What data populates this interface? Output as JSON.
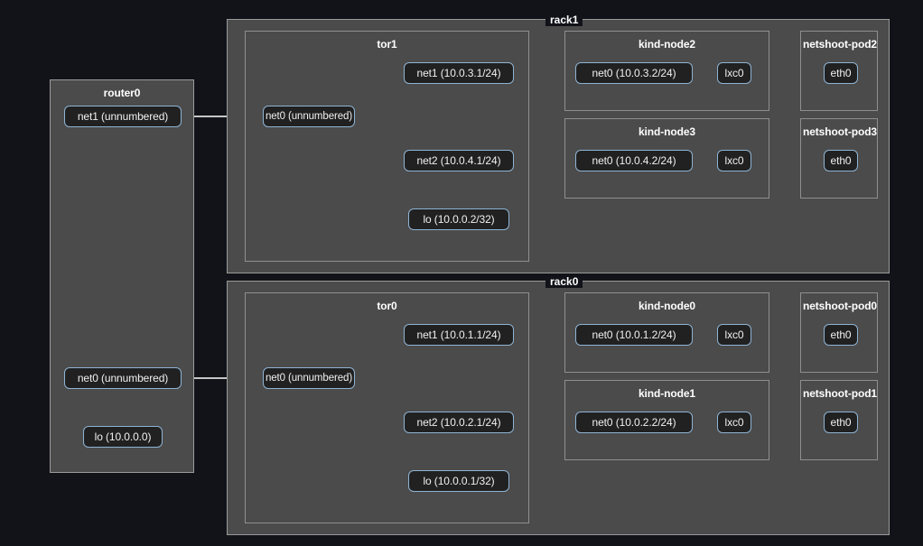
{
  "diagram": {
    "title": "network-topology",
    "background_color": "#111319",
    "group_fill": "#4b4b4b",
    "group_border": "#9a9a9a",
    "node_fill": "#212121",
    "node_border": "#8fb4d4",
    "node_text": "#f0f0f0",
    "link_solid_color": "#c6c6c6",
    "link_dotted_color": "#e8e8e8"
  },
  "groups": {
    "router0": {
      "label": "router0"
    },
    "rack1": {
      "label": "rack1"
    },
    "rack0": {
      "label": "rack0"
    },
    "tor1": {
      "label": "tor1"
    },
    "tor0": {
      "label": "tor0"
    },
    "kind_node2": {
      "label": "kind-node2"
    },
    "kind_node3": {
      "label": "kind-node3"
    },
    "kind_node0": {
      "label": "kind-node0"
    },
    "kind_node1": {
      "label": "kind-node1"
    },
    "netshoot_pod2": {
      "label": "netshoot-pod2"
    },
    "netshoot_pod3": {
      "label": "netshoot-pod3"
    },
    "netshoot_pod0": {
      "label": "netshoot-pod0"
    },
    "netshoot_pod1": {
      "label": "netshoot-pod1"
    }
  },
  "interfaces": {
    "router0_net1": "net1 (unnumbered)",
    "router0_net0": "net0 (unnumbered)",
    "router0_lo": "lo (10.0.0.0)",
    "tor1_net0": "net0 (unnumbered)",
    "tor1_net1": "net1 (10.0.3.1/24)",
    "tor1_net2": "net2 (10.0.4.1/24)",
    "tor1_lo": "lo (10.0.0.2/32)",
    "tor0_net0": "net0 (unnumbered)",
    "tor0_net1": "net1 (10.0.1.1/24)",
    "tor0_net2": "net2 (10.0.2.1/24)",
    "tor0_lo": "lo (10.0.0.1/32)",
    "kind_node2_net0": "net0 (10.0.3.2/24)",
    "kind_node2_lxc0": "lxc0",
    "kind_node3_net0": "net0 (10.0.4.2/24)",
    "kind_node3_lxc0": "lxc0",
    "kind_node0_net0": "net0 (10.0.1.2/24)",
    "kind_node0_lxc0": "lxc0",
    "kind_node1_net0": "net0 (10.0.2.2/24)",
    "kind_node1_lxc0": "lxc0",
    "netshoot_pod2_eth0": "eth0",
    "netshoot_pod3_eth0": "eth0",
    "netshoot_pod0_eth0": "eth0",
    "netshoot_pod1_eth0": "eth0"
  },
  "links": [
    {
      "from": "router0_net1",
      "to": "tor1_net0",
      "style": "solid"
    },
    {
      "from": "router0_net0",
      "to": "tor0_net0",
      "style": "solid"
    },
    {
      "from": "tor1_net0",
      "to": "tor1_net1",
      "style": "dotted"
    },
    {
      "from": "tor1_net0",
      "to": "tor1_net2",
      "style": "dotted"
    },
    {
      "from": "tor0_net0",
      "to": "tor0_net1",
      "style": "dotted"
    },
    {
      "from": "tor0_net0",
      "to": "tor0_net2",
      "style": "dotted"
    },
    {
      "from": "tor1_net1",
      "to": "kind_node2_net0",
      "style": "solid"
    },
    {
      "from": "tor1_net2",
      "to": "kind_node3_net0",
      "style": "solid"
    },
    {
      "from": "tor0_net1",
      "to": "kind_node0_net0",
      "style": "solid"
    },
    {
      "from": "tor0_net2",
      "to": "kind_node1_net0",
      "style": "solid"
    },
    {
      "from": "kind_node2_net0",
      "to": "kind_node2_lxc0",
      "style": "dotted"
    },
    {
      "from": "kind_node3_net0",
      "to": "kind_node3_lxc0",
      "style": "dotted"
    },
    {
      "from": "kind_node0_net0",
      "to": "kind_node0_lxc0",
      "style": "dotted"
    },
    {
      "from": "kind_node1_net0",
      "to": "kind_node1_lxc0",
      "style": "dotted"
    },
    {
      "from": "kind_node2_lxc0",
      "to": "netshoot_pod2_eth0",
      "style": "solid"
    },
    {
      "from": "kind_node3_lxc0",
      "to": "netshoot_pod3_eth0",
      "style": "solid"
    },
    {
      "from": "kind_node0_lxc0",
      "to": "netshoot_pod0_eth0",
      "style": "solid"
    },
    {
      "from": "kind_node1_lxc0",
      "to": "netshoot_pod1_eth0",
      "style": "solid"
    }
  ]
}
